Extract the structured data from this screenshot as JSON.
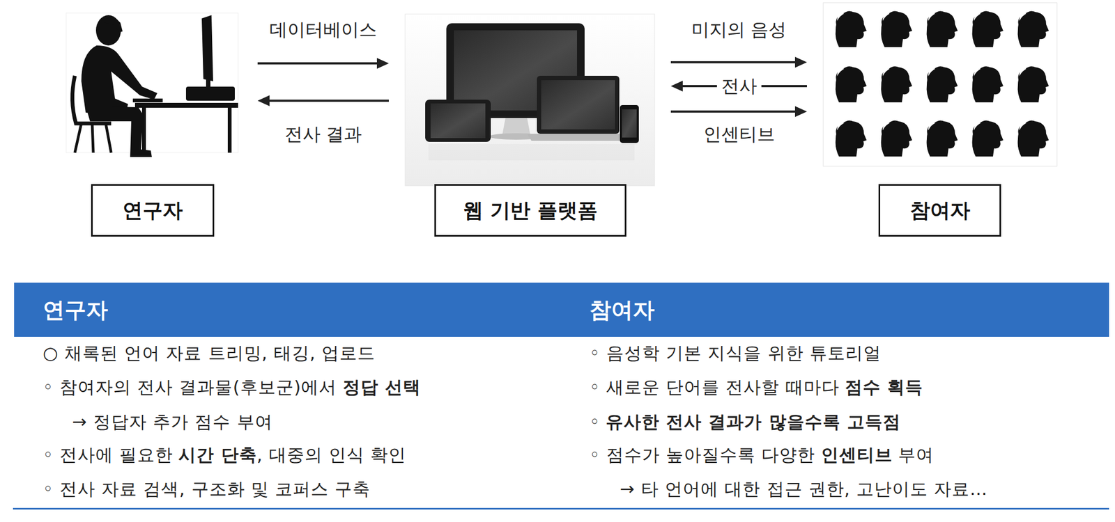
{
  "diagram": {
    "nodes": [
      {
        "text": [
          "연구자"
        ]
      },
      {
        "text": [
          "웹 기반 플랫폼"
        ]
      },
      {
        "text": [
          "참여자"
        ]
      }
    ],
    "edges": [
      {
        "from": 0,
        "to": 1,
        "label": "데이터베이스",
        "arrow": "to"
      },
      {
        "from": 1,
        "to": 0,
        "label": "전사 결과",
        "arrow": "to"
      },
      {
        "from": 1,
        "to": 2,
        "label": "미지의 음성",
        "arrow": "to"
      },
      {
        "from": 2,
        "to": 1,
        "label": "전사",
        "arrow": "to"
      },
      {
        "from": 1,
        "to": 2,
        "label": "인센티브",
        "arrow": "to"
      }
    ],
    "labels": [
      "연구자",
      "참여자",
      "○ 채록된 언어 자료 트리밍, 태깅, 업로드",
      "◦ 참여자의 전사 결과물(후보군)에서",
      "정답 선택",
      "→ 정답자 추가 점수 부여",
      "◦ 전사에 필요한",
      "시간 단축",
      ", 대중의 인식 확인",
      "◦ 전사 자료 검색, 구조화 및 코퍼스 구축",
      "◦ 음성학 기본 지식을 위한 튜토리얼",
      "◦ 새로운 단어를 전사할 때마다",
      "점수 획득",
      "◦",
      "유사한 전사 결과가 많을수록 고득점",
      "◦ 점수가 높아질수록 다양한",
      "인센티브",
      "부여",
      "→ 타 언어에 대한 접근 권한, 고난이도 자료…"
    ]
  }
}
